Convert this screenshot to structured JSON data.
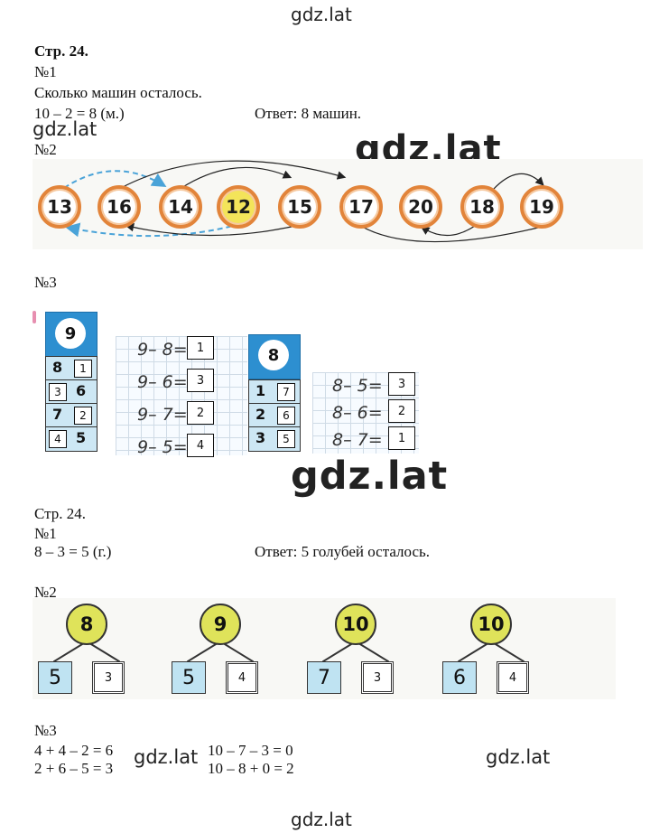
{
  "watermark": "gdz.lat",
  "section1": {
    "page_heading": "Стр. 24.",
    "task1_heading": "№1",
    "task1_question": "Сколько машин осталось.",
    "task1_solution": "10 – 2 = 8 (м.)",
    "task1_answer": "Ответ: 8 машин.",
    "task2_heading": "№2",
    "task2_circles": [
      "13",
      "16",
      "14",
      "12",
      "15",
      "17",
      "20",
      "18",
      "19"
    ],
    "task3_heading": "№3",
    "task3_left": {
      "top": "9",
      "pairs": [
        [
          "8",
          "1"
        ],
        [
          "3",
          "6"
        ],
        [
          "7",
          "2"
        ],
        [
          "4",
          "5"
        ]
      ],
      "equations": [
        "9– 8=",
        "9– 6=",
        "9– 7=",
        "9– 5="
      ],
      "answers": [
        "1",
        "3",
        "2",
        "4"
      ]
    },
    "task3_right": {
      "top": "8",
      "pairs": [
        [
          "1",
          "7"
        ],
        [
          "2",
          "6"
        ],
        [
          "3",
          "5"
        ]
      ],
      "equations": [
        "8– 5=",
        "8– 6=",
        "8– 7="
      ],
      "answers": [
        "3",
        "2",
        "1"
      ]
    }
  },
  "section2": {
    "page_heading": "Стр. 24.",
    "task1_heading": "№1",
    "task1_solution": "8 – 3 = 5 (г.)",
    "task1_answer": "Ответ: 5 голубей осталось.",
    "task2_heading": "№2",
    "trees": [
      {
        "top": "8",
        "left": "5",
        "right": "3"
      },
      {
        "top": "9",
        "left": "5",
        "right": "4"
      },
      {
        "top": "10",
        "left": "7",
        "right": "3"
      },
      {
        "top": "10",
        "left": "6",
        "right": "4"
      }
    ],
    "task3_heading": "№3",
    "task3_lines_left": [
      "4 + 4 – 2 = 6",
      "2 + 6 – 5 = 3"
    ],
    "task3_lines_right": [
      "10 – 7 – 3 = 0",
      "10 – 8 + 0 = 2"
    ]
  }
}
